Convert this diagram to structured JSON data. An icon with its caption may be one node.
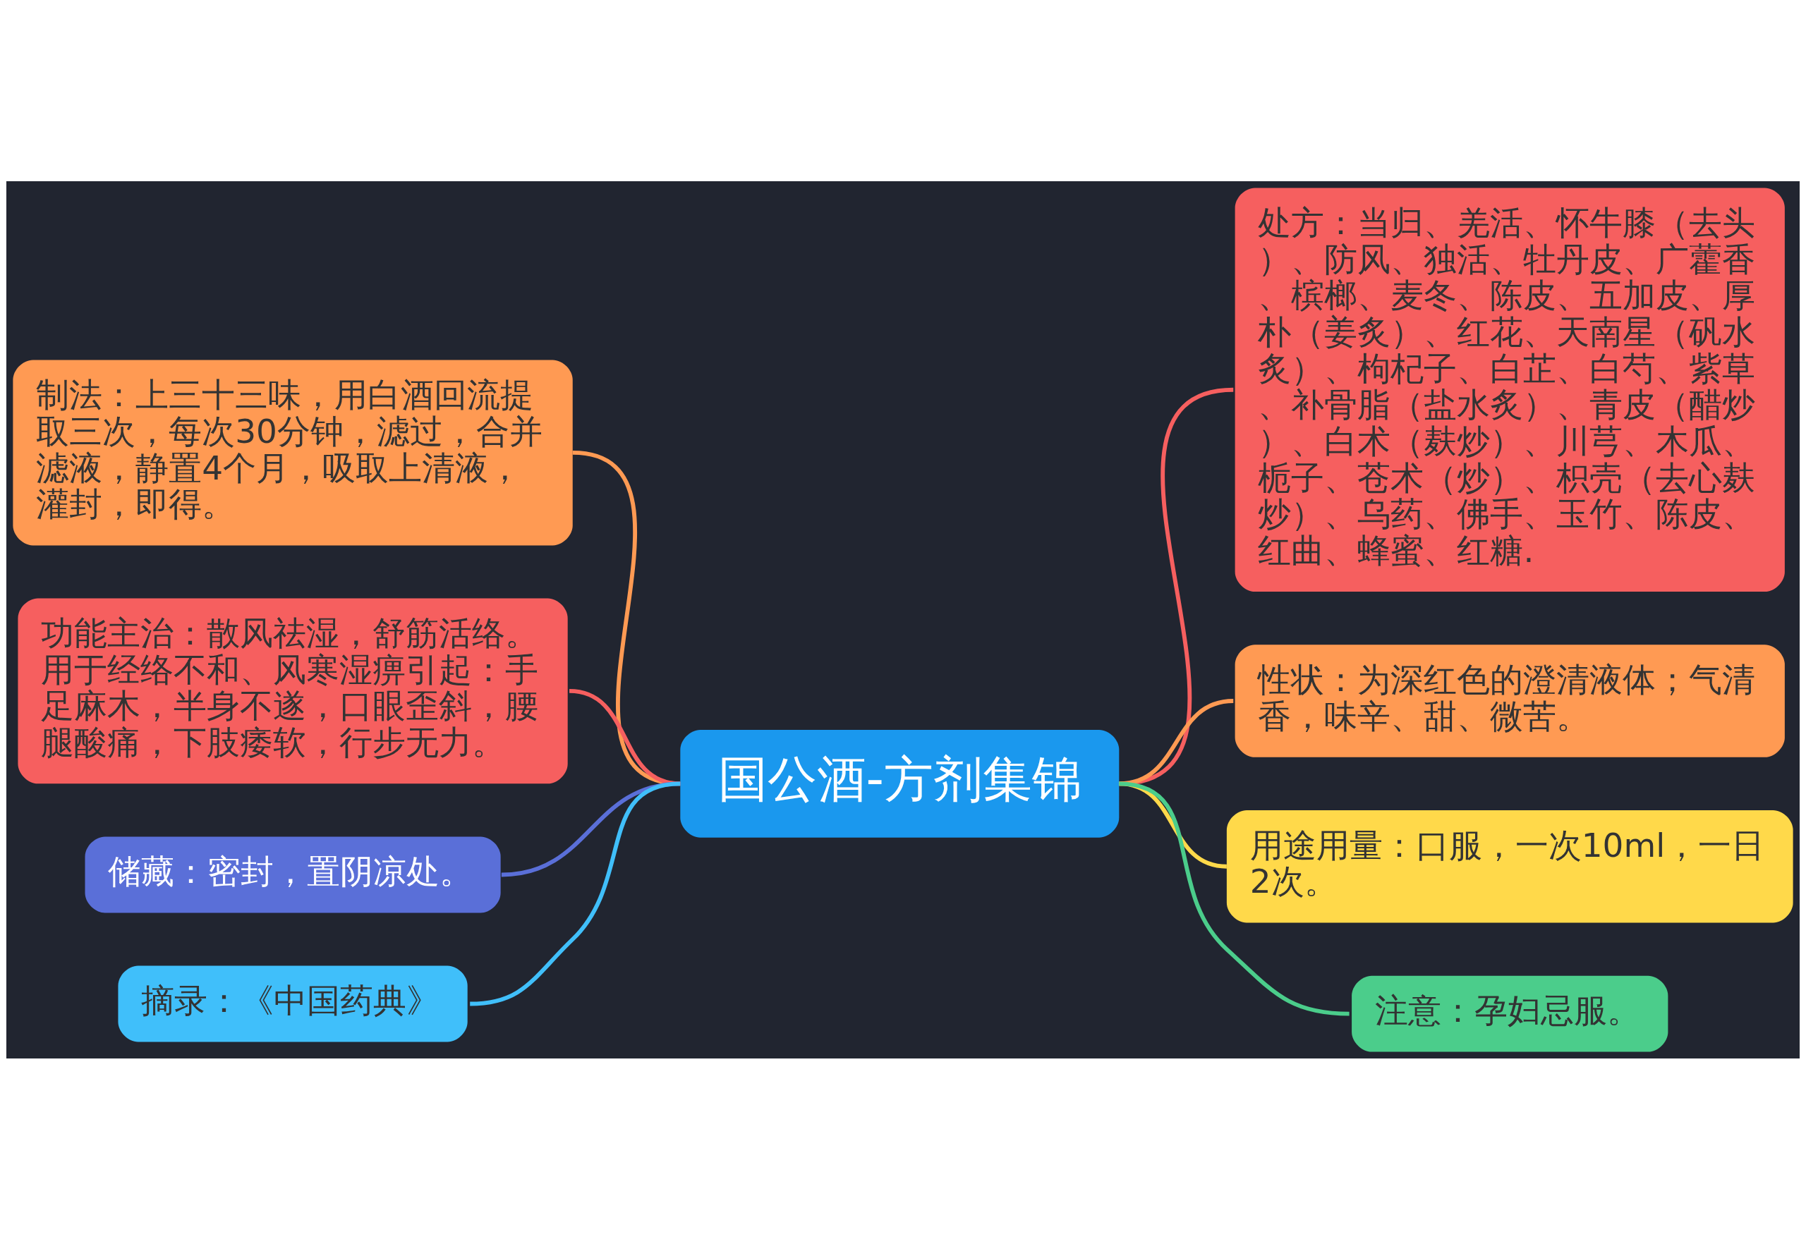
{
  "diagram": {
    "nodes": [
      {
        "text": [
          "国公酒-方剂集锦"
        ]
      },
      {
        "text": [
          "制法：上三十三味，用白酒回流提取三次，每次30分钟，滤过，合并滤液，静置4个月，吸取上清液，灌封，即得。"
        ]
      },
      {
        "text": [
          "功能主治：散风祛湿，舒筋活络。用于经络不和、风寒湿痹引起：手足麻木，半身不遂，口眼歪斜，腰腿酸痛，下肢痿软，行步无力。"
        ]
      },
      {
        "text": [
          "储藏：密封，置阴凉处。"
        ]
      },
      {
        "text": [
          "摘录：《中国药典》"
        ]
      },
      {
        "text": [
          "处方：当归、羌活、怀牛膝（去头）、防风、独活、牡丹皮、广藿香、槟榔、麦冬、陈皮、五加皮、厚朴（姜炙）、红花、天南星（矾水炙）、枸杞子、白芷、白芍、紫草、补骨脂（盐水炙）、青皮（醋炒）、白术（麸炒）、川芎、木瓜、栀子、苍术（炒）、枳壳（去心麸炒）、乌药、佛手、玉竹、陈皮、红曲、蜂蜜、红糖."
        ]
      },
      {
        "text": [
          "性状：为深红色的澄清液体；气清香，味辛、甜、微苦。"
        ]
      },
      {
        "text": [
          "用途用量：口服，一次10ml，一日2次。"
        ]
      },
      {
        "text": [
          "注意：孕妇忌服。"
        ]
      }
    ],
    "edges": [
      {
        "from": 0,
        "to": 1,
        "arrow": "none",
        "color": "#ff9a53"
      },
      {
        "from": 0,
        "to": 2,
        "arrow": "none",
        "color": "#f65f5f"
      },
      {
        "from": 0,
        "to": 3,
        "arrow": "none",
        "color": "#5a6fd8"
      },
      {
        "from": 0,
        "to": 4,
        "arrow": "none",
        "color": "#40bffa"
      },
      {
        "from": 0,
        "to": 5,
        "arrow": "none",
        "color": "#f65f5f"
      },
      {
        "from": 0,
        "to": 6,
        "arrow": "none",
        "color": "#ff9a53"
      },
      {
        "from": 0,
        "to": 7,
        "arrow": "none",
        "color": "#ffd94a"
      },
      {
        "from": 0,
        "to": 8,
        "arrow": "none",
        "color": "#4bcd8b"
      }
    ]
  }
}
